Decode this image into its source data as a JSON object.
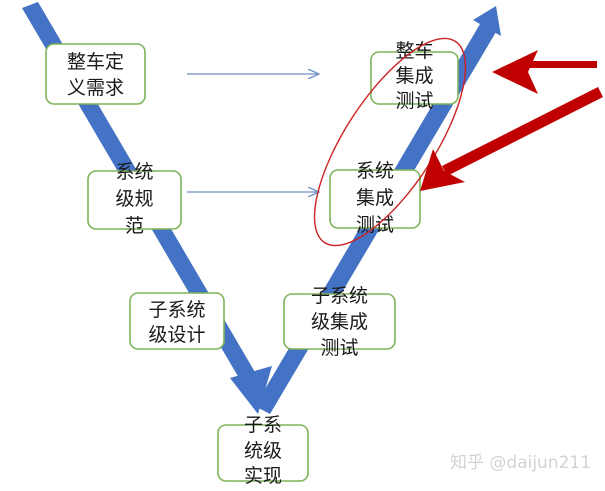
{
  "nodes": {
    "vehicle_requirements": {
      "lines": [
        "整车定",
        "义需求"
      ]
    },
    "system_spec": {
      "lines": [
        "系统",
        "级规",
        "范"
      ]
    },
    "subsystem_design": {
      "lines": [
        "子系统",
        "级设计"
      ]
    },
    "subsystem_impl": {
      "lines": [
        "子系",
        "统级",
        "实现"
      ]
    },
    "subsystem_integration_test": {
      "lines": [
        "子系统",
        "级集成",
        "测试"
      ]
    },
    "system_integration_test": {
      "lines": [
        "系统",
        "集成",
        "测试"
      ]
    },
    "vehicle_integration_test": {
      "lines": [
        "整车",
        "集成",
        "测试"
      ]
    }
  },
  "watermark": "知乎 @daijun211",
  "colors": {
    "v_arrow": "#4472c4",
    "box_border": "#7fb35a",
    "connector": "#6f8fc4",
    "highlight_ellipse": "#cc2222",
    "pointer_arrow": "#c00000",
    "watermark": "#d3d3d3"
  },
  "icons": {
    "watermark_logo": "zhihu-logo"
  }
}
